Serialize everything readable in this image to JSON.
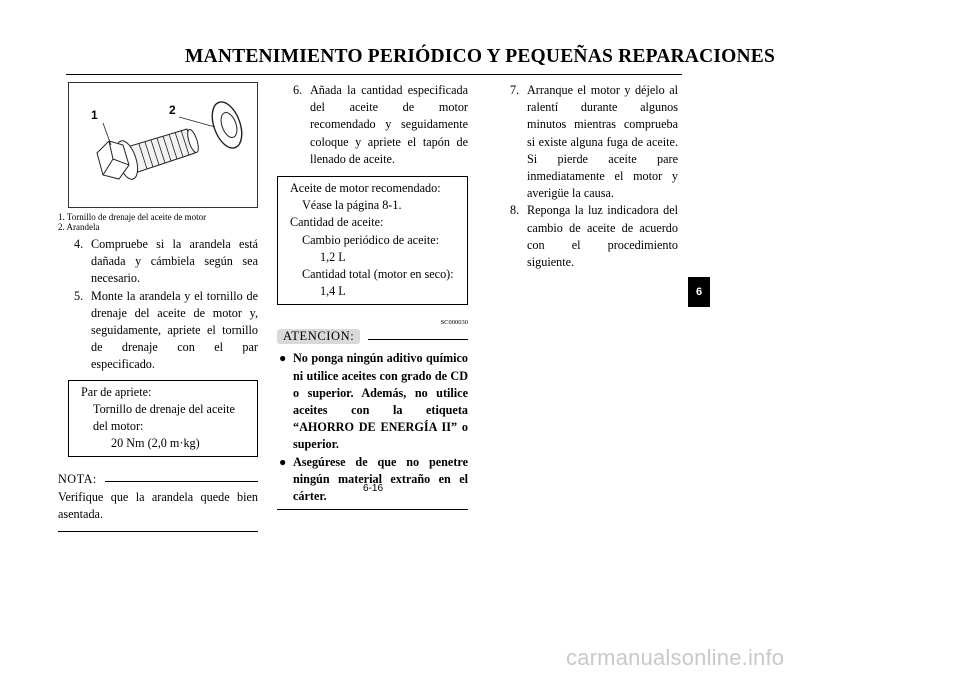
{
  "header": {
    "title": "MANTENIMIENTO PERIÓDICO Y PEQUEÑAS REPARACIONES"
  },
  "figure": {
    "callouts": [
      "1",
      "2"
    ],
    "captions": [
      "1.   Tornillo de drenaje del aceite de motor",
      "2.   Arandela"
    ]
  },
  "col1": {
    "steps": [
      {
        "num": "4.",
        "text": "Compruebe si la arandela está dañada y cámbiela según sea necesario."
      },
      {
        "num": "5.",
        "text": "Monte la arandela y el tornillo de drenaje del aceite de motor y, seguidamente, apriete el tornillo de drenaje con el par especificado."
      }
    ],
    "torque_box": {
      "title": "Par de apriete:",
      "item": "Tornillo de drenaje del aceite del motor:",
      "value": "20 Nm (2,0 m·kg)"
    },
    "nota_label": "NOTA:",
    "nota_text": "Verifique que la arandela quede bien asentada."
  },
  "col2": {
    "step": {
      "num": "6.",
      "text": "Añada la cantidad especificada del aceite de motor recomendado y seguidamente coloque y apriete el tapón de llenado de aceite."
    },
    "oil_box": {
      "l1": "Aceite de motor recomendado:",
      "l2": "Véase la página 8-1.",
      "l3": "Cantidad de aceite:",
      "l4": "Cambio periódico de aceite:",
      "l5": "1,2 L",
      "l6": "Cantidad total (motor en seco):",
      "l7": "1,4 L"
    },
    "code": "SC000030",
    "atencion_label": "ATENCION:",
    "bullets": [
      "No ponga ningún aditivo químico ni utilice aceites con grado de CD o superior. Además, no utilice aceites con la etiqueta “AHORRO DE ENERGÍA II” o superior.",
      "Asegúrese de que no penetre ningún material extraño en el cárter."
    ]
  },
  "col3": {
    "steps": [
      {
        "num": "7.",
        "text": "Arranque el motor y déjelo al ralentí durante algunos minutos mientras comprueba si existe alguna fuga de aceite. Si pierde aceite pare inmediatamente el motor y averigüe la causa."
      },
      {
        "num": "8.",
        "text": "Reponga la luz indicadora del cambio de aceite de acuerdo con el procedimiento siguiente."
      }
    ]
  },
  "page_number": "6-16",
  "chapter_tab": "6",
  "watermark": "carmanualsonline.info"
}
